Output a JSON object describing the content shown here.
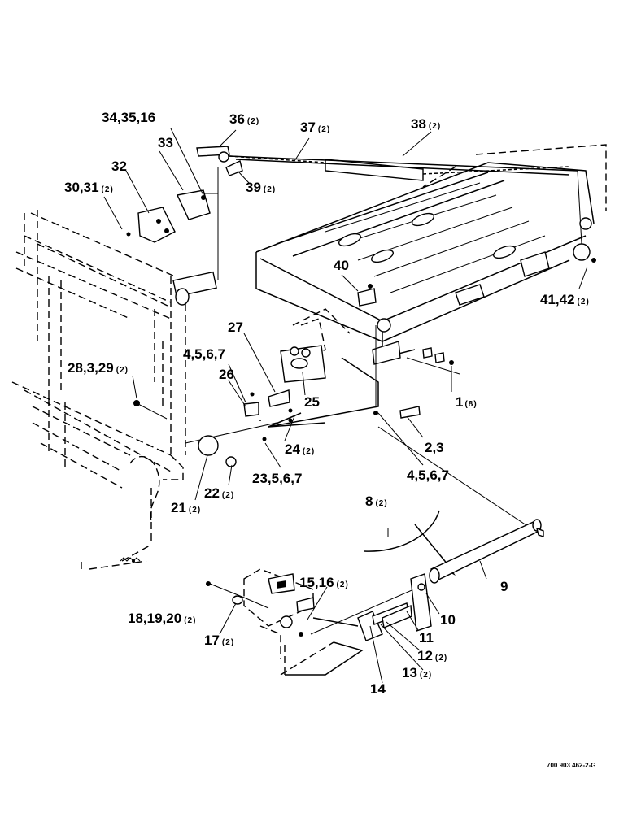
{
  "labels": [
    {
      "id": "l1",
      "main": "34,35,16",
      "qty": ""
    },
    {
      "id": "l2",
      "main": "36",
      "qty": "(2)"
    },
    {
      "id": "l3",
      "main": "37",
      "qty": "(2)"
    },
    {
      "id": "l4",
      "main": "38",
      "qty": "(2)"
    },
    {
      "id": "l5",
      "main": "33",
      "qty": ""
    },
    {
      "id": "l6",
      "main": "32",
      "qty": ""
    },
    {
      "id": "l7",
      "main": "30,31",
      "qty": "(2)"
    },
    {
      "id": "l8",
      "main": "39",
      "qty": "(2)"
    },
    {
      "id": "l9",
      "main": "40",
      "qty": ""
    },
    {
      "id": "l10",
      "main": "41,42",
      "qty": "(2)"
    },
    {
      "id": "l11",
      "main": "27",
      "qty": ""
    },
    {
      "id": "l12",
      "main": "4,5,6,7",
      "qty": ""
    },
    {
      "id": "l13",
      "main": "28,3,29",
      "qty": "(2)"
    },
    {
      "id": "l14",
      "main": "26",
      "qty": ""
    },
    {
      "id": "l15",
      "main": "25",
      "qty": ""
    },
    {
      "id": "l16",
      "main": "1",
      "qty": "(8)"
    },
    {
      "id": "l17",
      "main": "2,3",
      "qty": ""
    },
    {
      "id": "l18",
      "main": "24",
      "qty": "(2)"
    },
    {
      "id": "l19",
      "main": "23,5,6,7",
      "qty": ""
    },
    {
      "id": "l20",
      "main": "4,5,6,7",
      "qty": ""
    },
    {
      "id": "l21",
      "main": "22",
      "qty": "(2)"
    },
    {
      "id": "l22",
      "main": "21",
      "qty": "(2)"
    },
    {
      "id": "l23",
      "main": "8",
      "qty": "(2)"
    },
    {
      "id": "l24",
      "main": "9",
      "qty": ""
    },
    {
      "id": "l25",
      "main": "15,16",
      "qty": "(2)"
    },
    {
      "id": "l26",
      "main": "18,19,20",
      "qty": "(2)"
    },
    {
      "id": "l27",
      "main": "10",
      "qty": ""
    },
    {
      "id": "l28",
      "main": "17",
      "qty": "(2)"
    },
    {
      "id": "l29",
      "main": "11",
      "qty": ""
    },
    {
      "id": "l30",
      "main": "12",
      "qty": "(2)"
    },
    {
      "id": "l31",
      "main": "13",
      "qty": "(2)"
    },
    {
      "id": "l32",
      "main": "14",
      "qty": ""
    }
  ],
  "figure_code": "700 903 462-2-G"
}
